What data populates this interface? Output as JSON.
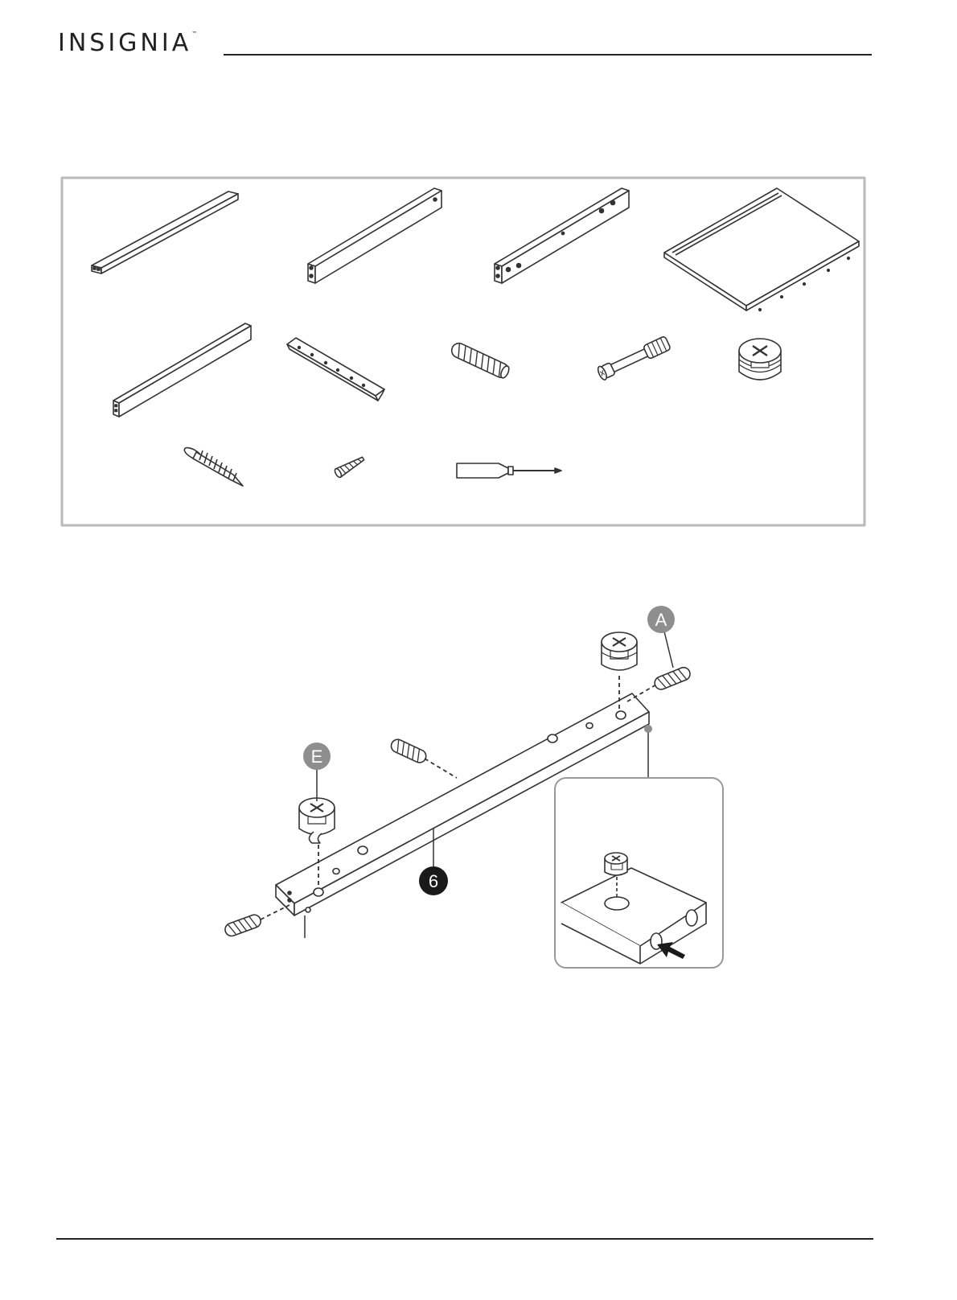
{
  "header": {
    "brand": "INSIGNIA",
    "trademark": "™"
  },
  "parts_panel": {
    "icons": [
      "short-rail-icon",
      "long-rail-icon",
      "drilled-rail-icon",
      "shelf-panel-icon",
      "side-rail-icon",
      "slotted-bar-icon",
      "dowel-icon",
      "cam-bolt-icon",
      "cam-lock-icon",
      "wood-screw-icon",
      "wall-anchor-icon",
      "screwdriver-icon"
    ]
  },
  "diagram": {
    "part_number": "6",
    "callouts": [
      "A",
      "E"
    ],
    "colors": {
      "callout": "#8e8e8e",
      "part": "#1a1a1a",
      "line": "#333333"
    }
  }
}
